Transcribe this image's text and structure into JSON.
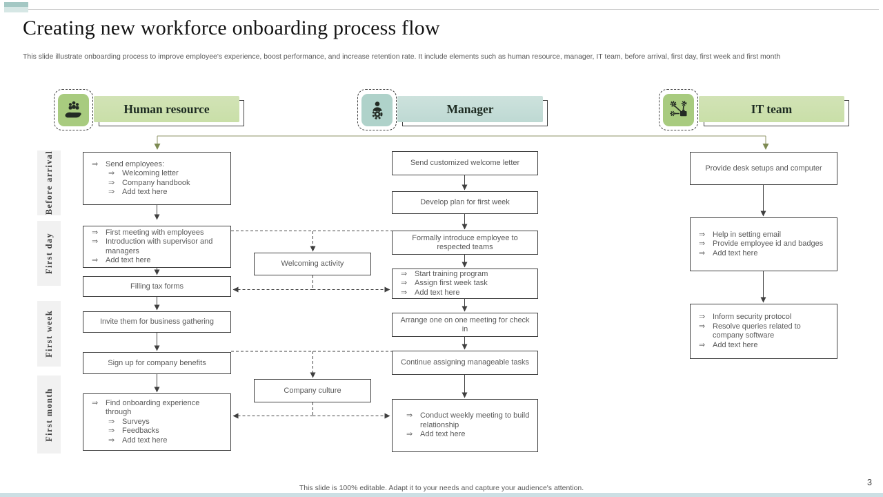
{
  "slide": {
    "title": "Creating new workforce onboarding process flow",
    "subtitle": "This slide illustrate onboarding process to improve employee's experience, boost performance, and increase retention rate. It include elements such as human resource, manager, IT team, before arrival, first day, first week and first month",
    "footer": "This slide is 100% editable. Adapt it to your needs and capture your audience's attention.",
    "page_number": "3"
  },
  "glyph": "⇒",
  "colors": {
    "green_bar": "#c9dfa8",
    "green_icon_box": "#a8cb7f",
    "teal_bar": "#bed9d3",
    "teal_icon_box": "#afd2ca",
    "olive_connector": "#8e9366",
    "box_border": "#3f3f3f",
    "body_text": "#595959",
    "row_label_bg": "#f1f1f1",
    "bottom_strip": "#ccdfe4"
  },
  "lanes": {
    "hr": {
      "label": "Human resource",
      "icon": "hand-holding-people-icon"
    },
    "manager": {
      "label": "Manager",
      "icon": "person-gear-icon"
    },
    "it": {
      "label": "IT team",
      "icon": "network-gears-icon"
    }
  },
  "row_labels": {
    "r1": "Before arrival",
    "r2": "First day",
    "r3": "First week",
    "r4": "First month"
  },
  "hr": {
    "box1": {
      "i1": "Send employees:",
      "i2": "Welcoming letter",
      "i3": "Company handbook",
      "i4": "Add text here"
    },
    "box2": {
      "i1": "First meeting with employees",
      "i2": "Introduction with supervisor and managers",
      "i3": "Add text here"
    },
    "box3": "Filling tax forms",
    "box4": "Invite them for business gathering",
    "box5": "Sign up for company benefits",
    "box6": {
      "i1": "Find onboarding experience through",
      "i2": "Surveys",
      "i3": "Feedbacks",
      "i4": "Add text here"
    }
  },
  "middle": {
    "box1": "Welcoming activity",
    "box2": "Company culture"
  },
  "manager": {
    "box1": "Send customized welcome letter",
    "box2": "Develop plan for first week",
    "box3": "Formally introduce employee to respected teams",
    "box4": {
      "i1": "Start training program",
      "i2": "Assign first week task",
      "i3": "Add text here"
    },
    "box5": "Arrange one on one meeting for check in",
    "box6": "Continue assigning manageable tasks",
    "box7": {
      "i1": "Conduct weekly meeting to build relationship",
      "i2": "Add text here"
    }
  },
  "it": {
    "box1": "Provide desk setups and computer",
    "box2": {
      "i1": "Help in setting email",
      "i2": "Provide employee id and badges",
      "i3": "Add text here"
    },
    "box3": {
      "i1": "Inform security protocol",
      "i2": "Resolve queries related to company software",
      "i3": "Add text here"
    }
  }
}
